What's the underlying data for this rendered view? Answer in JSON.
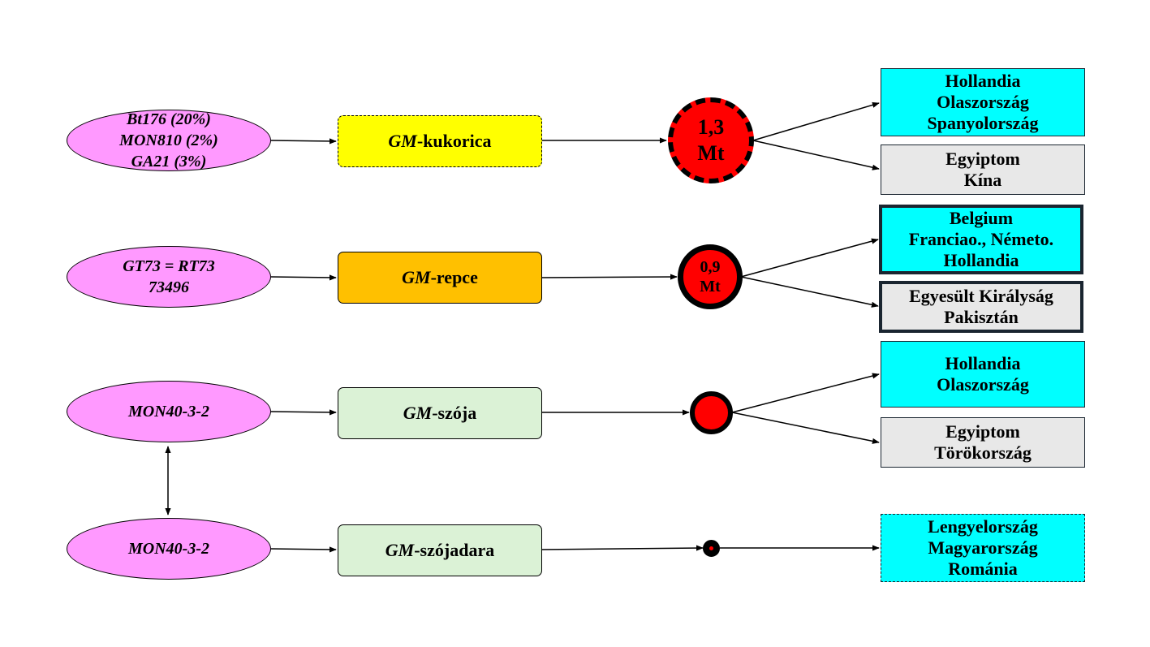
{
  "colors": {
    "ellipse_fill": "#ff99ff",
    "kukorica_fill": "#ffff00",
    "repce_fill": "#ffc000",
    "szoja_fill": "#dbf2d6",
    "circle_red": "#ff0000",
    "cyan": "#00ffff",
    "grey": "#e8e8e8"
  },
  "rows": [
    {
      "events": [
        "Bt176 (20%)",
        "MON810 (2%)",
        "GA21 (3%)"
      ],
      "crop_prefix": "GM",
      "crop_suffix": "-kukorica",
      "amount": [
        "1,3",
        "Mt"
      ],
      "top_countries": [
        "Hollandia",
        "Olaszország",
        "Spanyolország"
      ],
      "bottom_countries": [
        "Egyiptom",
        "Kína"
      ]
    },
    {
      "events": [
        "GT73 = RT73",
        "73496"
      ],
      "crop_prefix": "GM",
      "crop_suffix": "-repce",
      "amount": [
        "0,9",
        "Mt"
      ],
      "top_countries": [
        "Belgium",
        "Franciao., Németo.",
        "Hollandia"
      ],
      "bottom_countries": [
        "Egyesült Királyság",
        "Pakisztán"
      ]
    },
    {
      "events": [
        "MON40-3-2"
      ],
      "crop_prefix": "GM",
      "crop_suffix": "-szója",
      "top_countries": [
        "Hollandia",
        "Olaszország"
      ],
      "bottom_countries": [
        "Egyiptom",
        "Törökország"
      ]
    },
    {
      "events": [
        "MON40-3-2"
      ],
      "crop_prefix": "GM",
      "crop_suffix": "-szójadara",
      "countries": [
        "Lengyelország",
        "Magyarország",
        "Románia"
      ]
    }
  ]
}
